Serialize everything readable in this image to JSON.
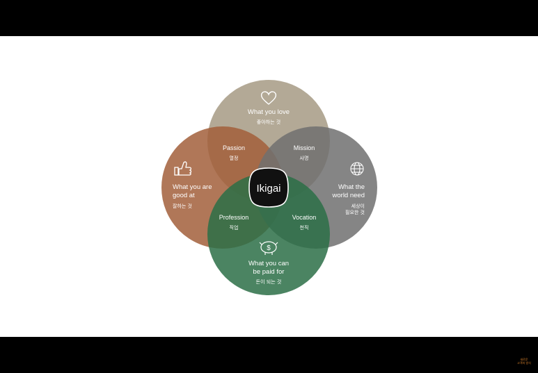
{
  "diagram": {
    "colors": {
      "love": "#a69a84",
      "good": "#a25f3b",
      "world": "#707070",
      "paid": "#2c6e47",
      "center_bg": "#111111",
      "center_border": "#ffffff",
      "background": "#ffffff",
      "letterbox": "#000000",
      "watermark": "#d9822b"
    },
    "circles": {
      "love": {
        "icon": "heart-icon",
        "label_1": "What you love",
        "label_2": "",
        "korean_1": "좋아하는 것",
        "korean_2": ""
      },
      "good": {
        "icon": "thumbs-up-icon",
        "label_1": "What you are",
        "label_2": "good at",
        "korean_1": "잘하는 것",
        "korean_2": ""
      },
      "world": {
        "icon": "globe-icon",
        "label_1": "What the",
        "label_2": "world need",
        "korean_1": "세상이",
        "korean_2": "필요한 것"
      },
      "paid": {
        "icon": "piggy-bank-icon",
        "label_1": "What you can",
        "label_2": "be paid for",
        "korean_1": "돈이 되는 것",
        "korean_2": ""
      }
    },
    "overlaps": {
      "passion": {
        "label": "Passion",
        "korean": "열정"
      },
      "mission": {
        "label": "Mission",
        "korean": "사명"
      },
      "profession": {
        "label": "Profession",
        "korean": "직업"
      },
      "vocation": {
        "label": "Vocation",
        "korean": "천직"
      }
    },
    "center": {
      "label": "Ikigai"
    }
  },
  "watermark": {
    "line_1": "새로운",
    "line_2": "고객의 방식"
  }
}
